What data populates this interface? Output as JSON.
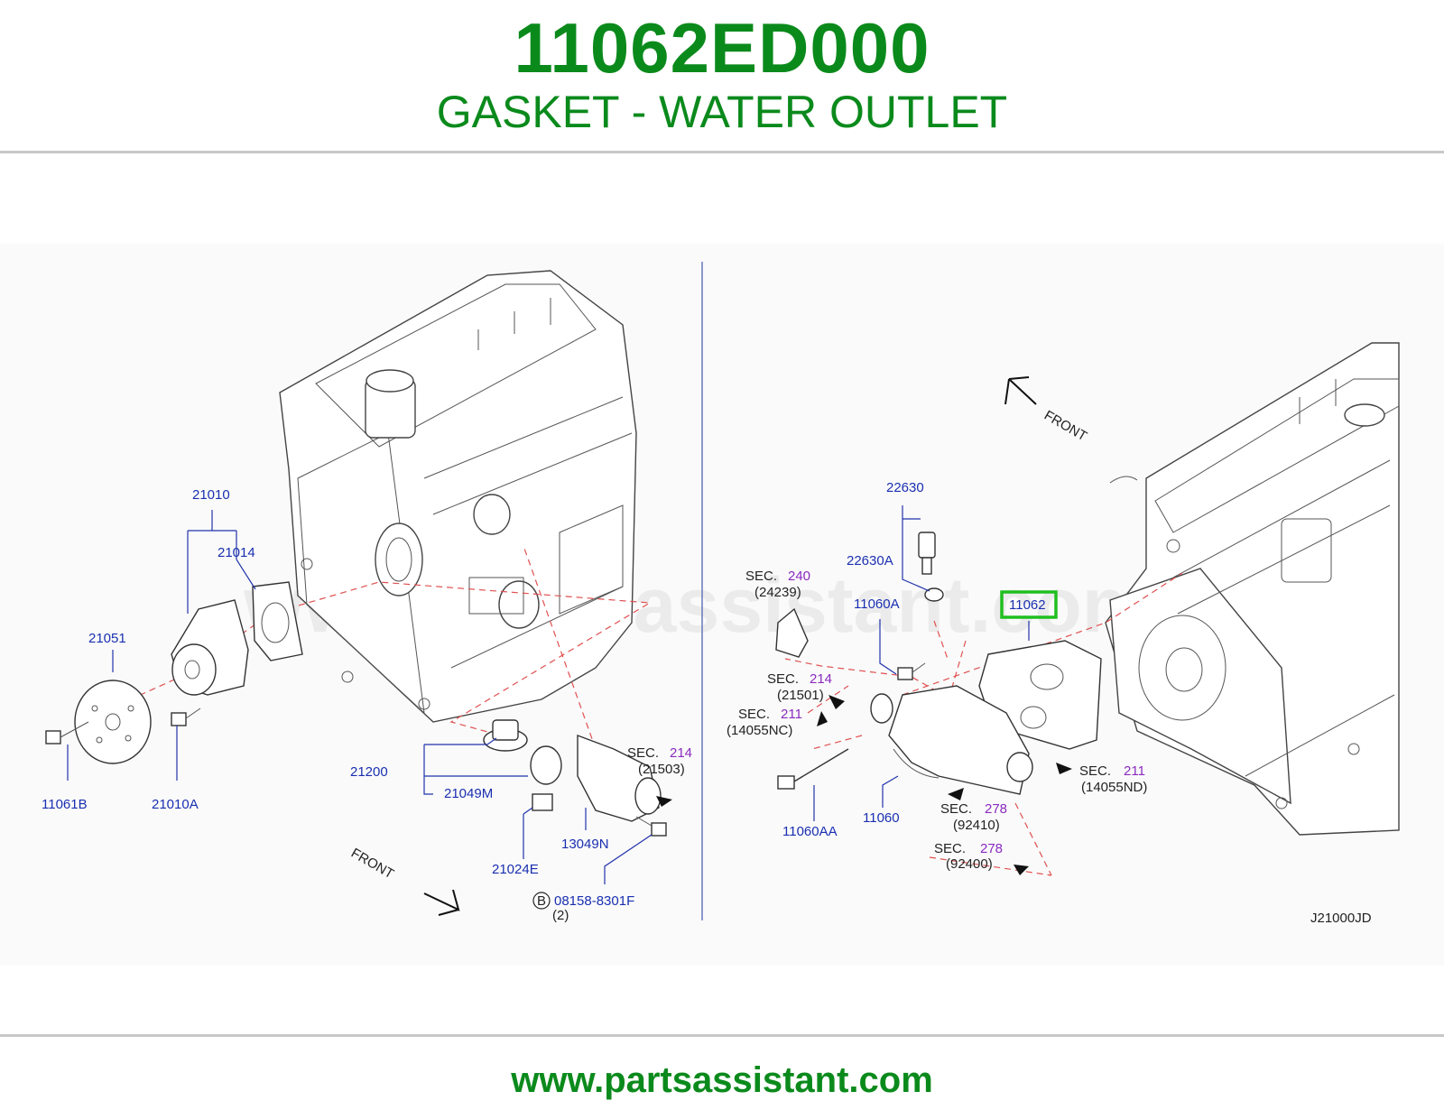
{
  "header": {
    "part_number": "11062ED000",
    "part_name": "GASKET - WATER OUTLET"
  },
  "watermark": "www.partsassistant.com",
  "footer": {
    "url": "www.partsassistant.com"
  },
  "diagram": {
    "code": "J21000JD",
    "front_left": "FRONT",
    "front_right": "FRONT",
    "highlight_color": "#1fbf1f",
    "labels": {
      "p21010": "21010",
      "p21014": "21014",
      "p21051": "21051",
      "p11061B": "11061B",
      "p21010A": "21010A",
      "p21200": "21200",
      "p21049M": "21049M",
      "p21024E": "21024E",
      "p13049N": "13049N",
      "p08158": "08158-8301F",
      "p08158_qty": "(2)",
      "p08158_badge": "B",
      "sec_word": "SEC.",
      "sec214_l_num": "214",
      "sec214_l_ref": "(21503)",
      "p22630": "22630",
      "p22630A": "22630A",
      "p11060A": "11060A",
      "p11062": "11062",
      "sec240_num": "240",
      "sec240_ref": "(24239)",
      "sec214_r_num": "214",
      "sec214_r_ref": "(21501)",
      "sec211_l_num": "211",
      "sec211_l_ref": "(14055NC)",
      "sec211_r_num": "211",
      "sec211_r_ref": "(14055ND)",
      "sec278a_num": "278",
      "sec278a_ref": "(92410)",
      "sec278b_num": "278",
      "sec278b_ref": "(92400)",
      "p11060AA": "11060AA",
      "p11060": "11060"
    }
  }
}
